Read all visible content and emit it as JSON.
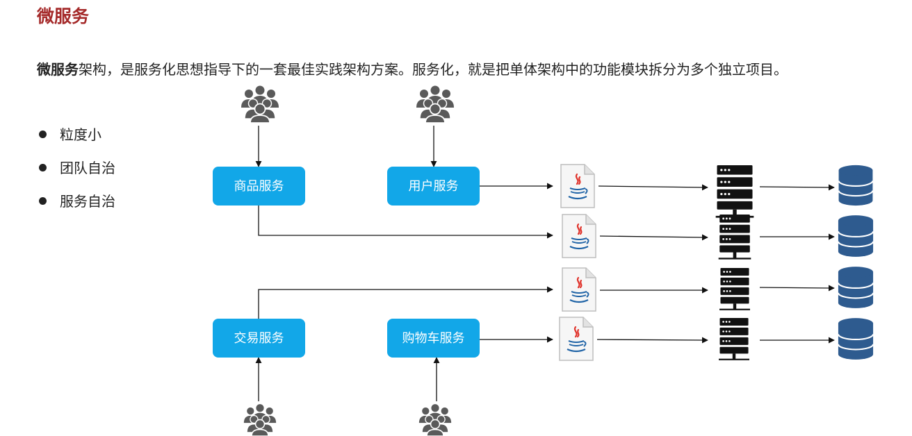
{
  "title": "微服务",
  "intro": {
    "bold": "微服务",
    "rest": "架构，是服务化思想指导下的一套最佳实践架构方案。服务化，就是把单体架构中的功能模块拆分为多个独立项目。"
  },
  "bullets": [
    "粒度小",
    "团队自治",
    "服务自治"
  ],
  "services": {
    "product": "商品服务",
    "user": "用户服务",
    "trade": "交易服务",
    "cart": "购物车服务"
  },
  "colors": {
    "title": "#a52a2a",
    "service_box": "#12a7e8",
    "database": "#2e5b8f",
    "server": "#111111",
    "user_icon": "#5a5a5a"
  },
  "icons": {
    "users": "users-group-icon",
    "app": "java-file-icon",
    "server": "server-rack-icon",
    "database": "database-icon"
  }
}
